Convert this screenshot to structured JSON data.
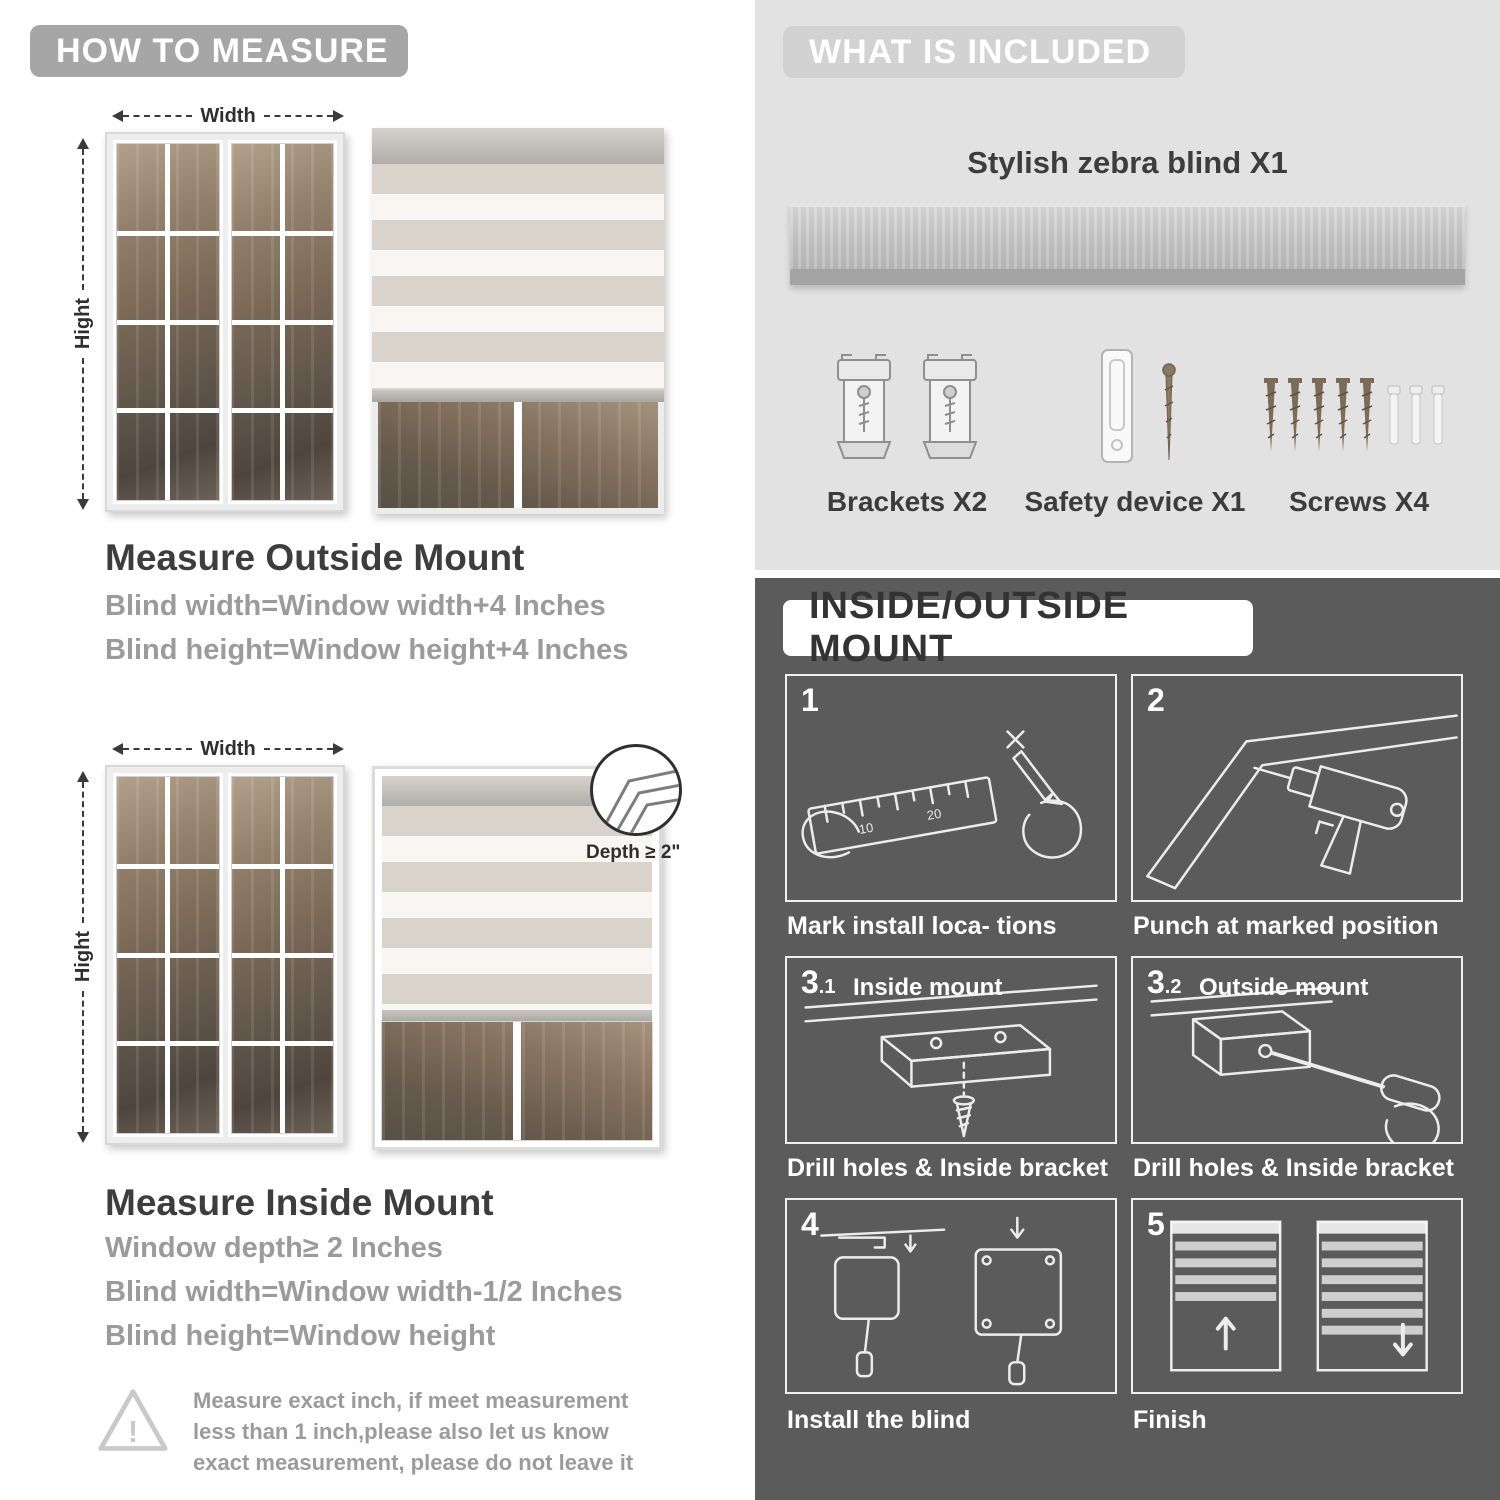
{
  "left": {
    "header": "HOW TO MEASURE",
    "dims": {
      "width": "Width",
      "height": "Hight"
    },
    "outside": {
      "title": "Measure Outside Mount",
      "lines": [
        "Blind width=Window width+4 Inches",
        "Blind height=Window height+4 Inches"
      ]
    },
    "inside": {
      "title": "Measure Inside Mount",
      "depth_callout": "Depth ≥ 2\"",
      "lines": [
        "Window depth≥ 2 Inches",
        "Blind width=Window width-1/2 Inches",
        "Blind height=Window height"
      ]
    },
    "warning": {
      "text": "Measure exact inch, if meet measurement less than 1 inch,please also let us know exact measurement, please do not leave it"
    }
  },
  "included": {
    "header": "WHAT IS INCLUDED",
    "blind_label": "Stylish zebra blind X1",
    "items": [
      {
        "label": "Brackets X2"
      },
      {
        "label": "Safety device X1"
      },
      {
        "label": "Screws X4"
      }
    ]
  },
  "mount": {
    "header": "INSIDE/OUTSIDE MOUNT",
    "steps": [
      {
        "num": "1",
        "sub": "",
        "title": "",
        "caption": "Mark install loca- tions"
      },
      {
        "num": "2",
        "sub": "",
        "title": "",
        "caption": "Punch at  marked position"
      },
      {
        "num": "3",
        "sub": ".1",
        "title": "Inside mount",
        "caption": "Drill holes &  Inside bracket"
      },
      {
        "num": "3",
        "sub": ".2",
        "title": "Outside mount",
        "caption": "Drill holes &  Inside bracket"
      },
      {
        "num": "4",
        "sub": "",
        "title": "",
        "caption": "Install the blind"
      },
      {
        "num": "5",
        "sub": "",
        "title": "",
        "caption": "Finish"
      }
    ]
  }
}
